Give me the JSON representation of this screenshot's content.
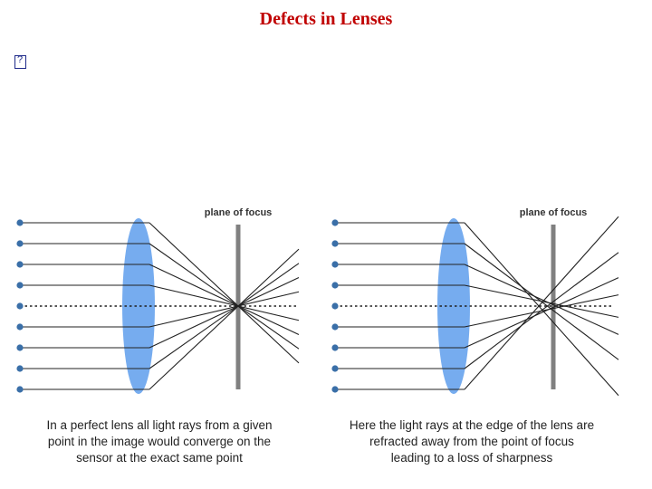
{
  "title": "Defects in Lenses",
  "bullet_glyph": "?",
  "colors": {
    "title": "#c00000",
    "lens": "#6fa8ee",
    "dot": "#3a6fa8",
    "plane": "#808080",
    "ray": "#222222"
  },
  "panels": [
    {
      "id": "perfect-lens",
      "plane_label": "plane of focus",
      "caption": [
        "In a perfect lens all light rays from a given",
        "point in the image would converge on the",
        "sensor at the exact same point"
      ]
    },
    {
      "id": "aberrated-lens",
      "plane_label": "plane of focus",
      "caption": [
        "Here the light rays at the edge of the lens are",
        "refracted away from the point of focus",
        "leading to a loss of sharpness"
      ]
    }
  ]
}
